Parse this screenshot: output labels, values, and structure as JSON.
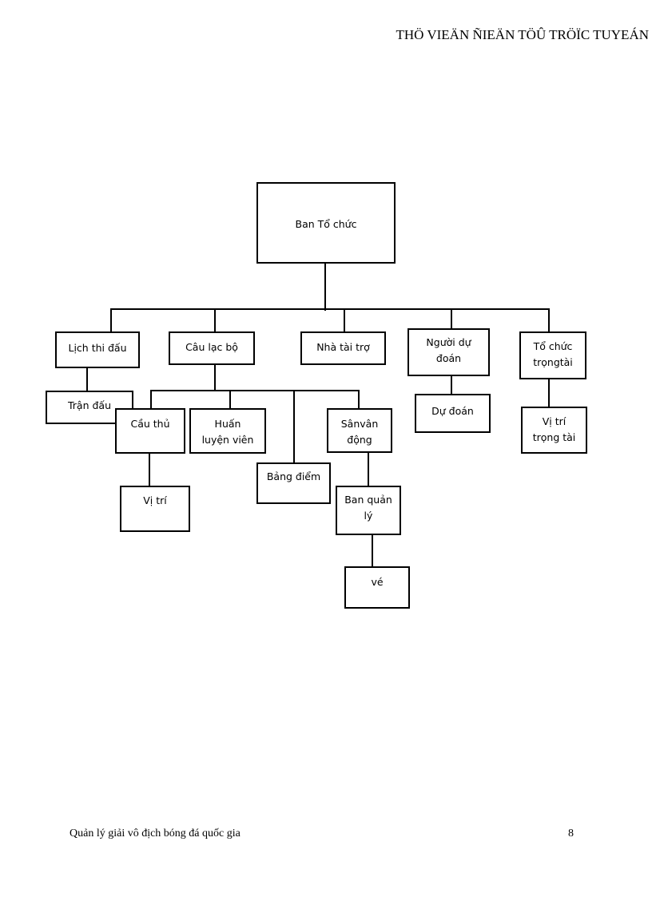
{
  "header": {
    "title": "THÖ VIEÄN ÑIEÄN TÖÛ TRÖÏC TUYEÁN"
  },
  "diagram": {
    "root": "Ban  Tổ chức",
    "level1": {
      "lich_thi_dau": "Lịch thi đấu",
      "cau_lac_bo": "Câu  lạc bộ",
      "nha_tai_tro": "Nhà tài trợ",
      "nguoi_du_doan": "Người dự\nđoán",
      "to_chuc_trong_tai": "Tổ chức\ntrọngtài"
    },
    "level2": {
      "tran_dau": "Trận đấu",
      "cau_thu": "Cầu thủ",
      "huan_luyen_vien": "Huấn\nluyện viên",
      "bang_diem": "Bảng điểm",
      "san_van_dong": "Sânvân\nđộng",
      "du_doan": "Dự đoán",
      "vi_tri_trong_tai": "Vị trí\ntrọng tài"
    },
    "level3": {
      "vi_tri": "Vị trí",
      "ban_quan_ly": "Ban quản\nlý",
      "ve": "vé"
    }
  },
  "footer": {
    "doc_title": "Quản lý giải vô địch bóng đá quốc gia",
    "page_number": "8"
  }
}
